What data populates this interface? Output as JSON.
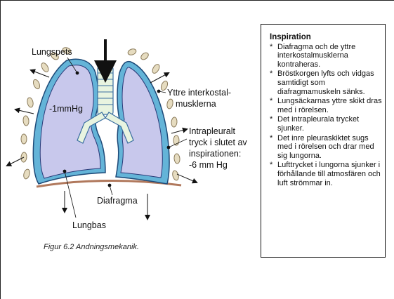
{
  "labels": {
    "lungspets": "Lungspets",
    "pressure_left": "-1mmHg",
    "interkostal_line1": "Yttre interkostal-",
    "interkostal_line2": "musklerna",
    "intrapleural_line1": "Intrapleuralt",
    "intrapleural_line2": "tryck i slutet av",
    "intrapleural_line3": "inspirationen:",
    "intrapleural_line4": "-6 mm Hg",
    "diafragma": "Diafragma",
    "lungbas": "Lungbas"
  },
  "caption": "Figur 6.2  Andningsmekanik.",
  "inspiration_box": {
    "title": "Inspiration",
    "bullet_symbol": "*",
    "items": [
      "Diafragma och de yttre interkostalmusklerna kontraheras.",
      "Bröstkorgen lyfts och vidgas samtidigt som diafragmamuskeln sänks.",
      "Lungsäckarnas yttre skikt dras med i rörelsen.",
      "Det intrapleurala trycket sjunker.",
      "Det inre pleuraskiktet sugs med i rörelsen och drar med sig lungorna.",
      "Lufttrycket i lungorna sjunker i förhållande till atmosfären och luft strömmar in."
    ]
  },
  "colors": {
    "lung_fill": "#c8c8ec",
    "pleura_fill": "#64b4d8",
    "rib_fill": "#e6dcc0",
    "diaphragm": "#b0785c",
    "trachea_light": "#e8f4e0"
  }
}
